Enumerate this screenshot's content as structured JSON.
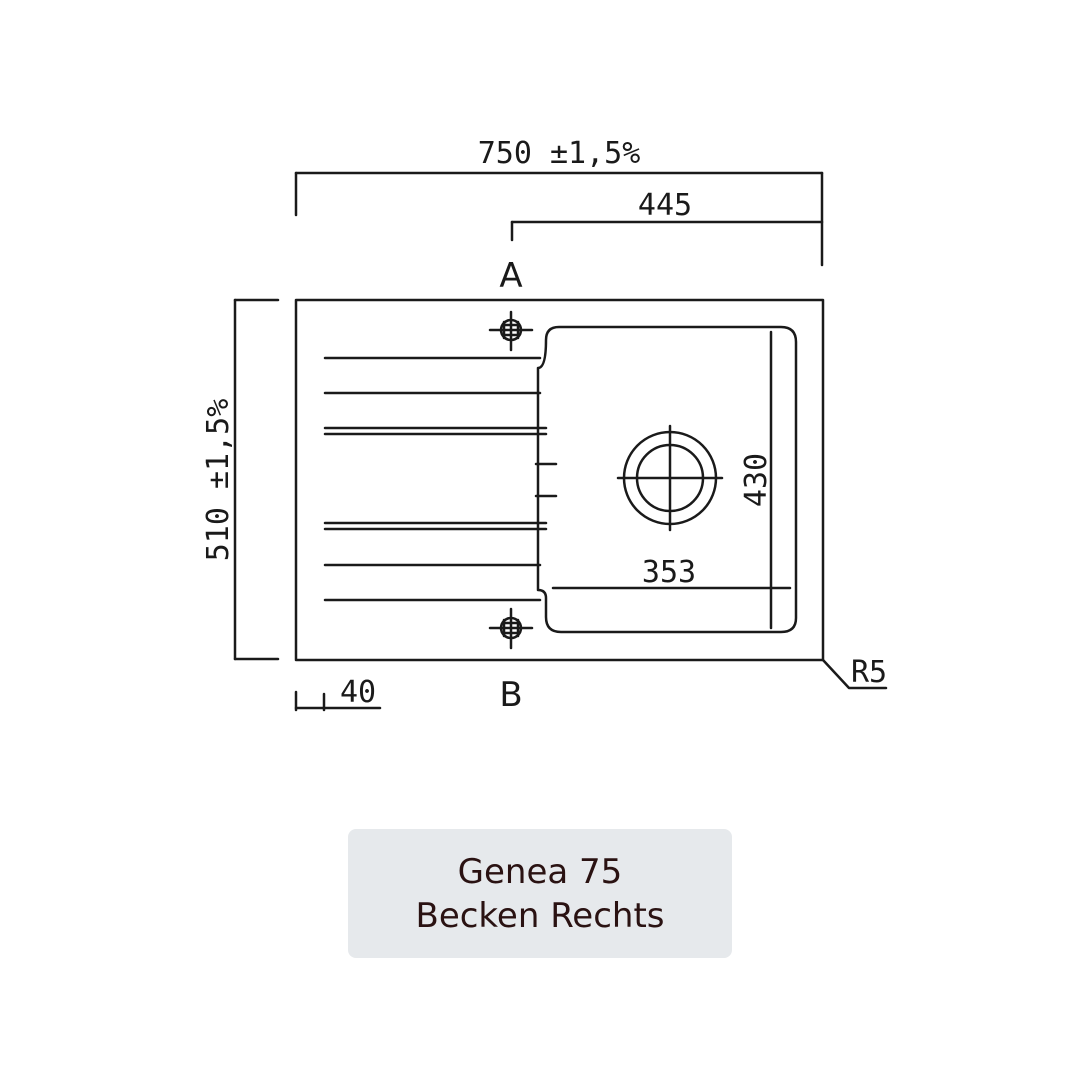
{
  "drawing": {
    "dimensions": {
      "overall_width": "750 ±1,5%",
      "bowl_offset": "445",
      "overall_depth": "510 ±1,5%",
      "bowl_width": "353",
      "bowl_depth": "430",
      "edge_offset": "40",
      "corner_radius": "R5"
    },
    "points": {
      "a": "A",
      "b": "B"
    }
  },
  "caption": {
    "model": "Genea 75",
    "variant": "Becken Rechts"
  }
}
